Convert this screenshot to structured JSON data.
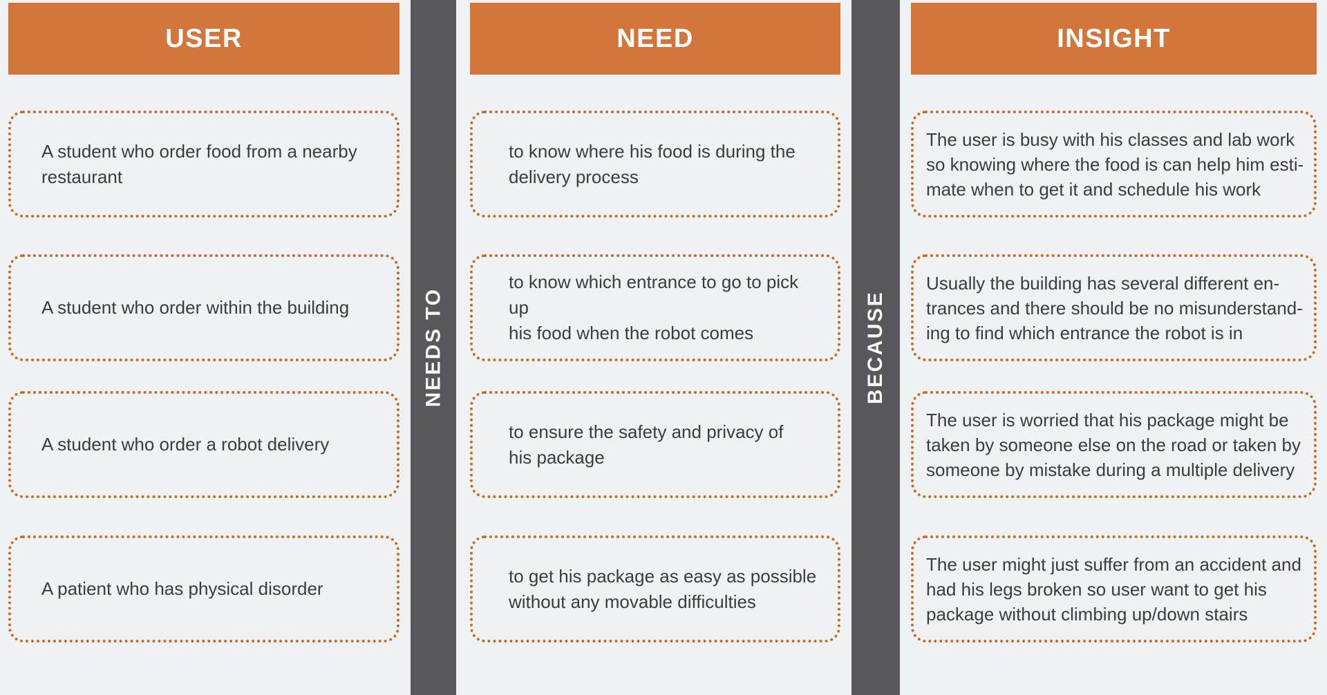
{
  "palette": {
    "header_bg": "#D2763C",
    "card_border": "#C96A1E",
    "bar_bg": "#58585A",
    "page_bg": "#EFF2F3",
    "header_text": "#FFFFFF",
    "card_text": "#3C3C3E"
  },
  "columns": [
    {
      "header": "USER",
      "cards": [
        {
          "text": "A student who order food from a nearby\nrestaurant"
        },
        {
          "text": "A student who order within the building"
        },
        {
          "text": "A student who order a robot delivery"
        },
        {
          "text": "A patient who has physical disorder"
        }
      ]
    },
    {
      "header": "NEED",
      "cards": [
        {
          "text": "to know where his food is during the\ndelivery process"
        },
        {
          "text": "to know which entrance to go to pick up\nhis food when the robot comes"
        },
        {
          "text": "to ensure the safety and privacy of\nhis package"
        },
        {
          "text": "to get his package as easy as possible\nwithout any movable difficulties"
        }
      ]
    },
    {
      "header": "INSIGHT",
      "cards": [
        {
          "text": "The user is busy with his classes and lab work\nso knowing where the food is can help him esti-\nmate when to get it and schedule his work"
        },
        {
          "text": "Usually the building has several different en-\ntrances and there should be no misunderstand-\ning to find which entrance the robot is in"
        },
        {
          "text": "The user is worried that his package might be\ntaken by someone else on the road or taken by\nsomeone by mistake during a multiple delivery"
        },
        {
          "text": "The user might just suffer from an accident and\nhad his legs broken so user want to get his\npackage without climbing up/down stairs"
        }
      ]
    }
  ],
  "connectors": [
    {
      "label": "NEEDS TO"
    },
    {
      "label": "BECAUSE"
    }
  ]
}
